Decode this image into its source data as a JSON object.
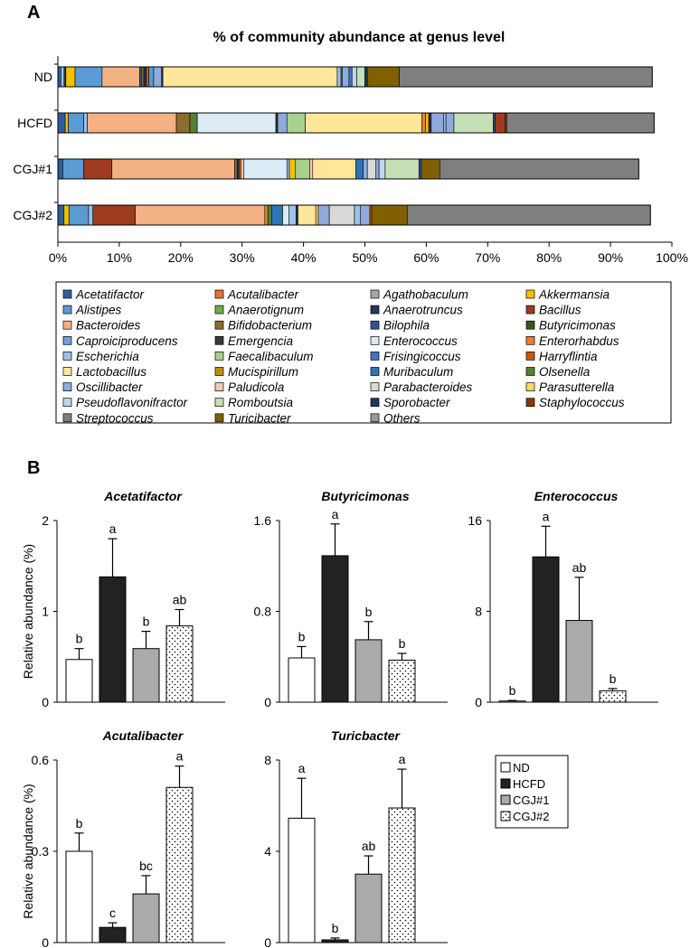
{
  "panel_a_label": "A",
  "panel_b_label": "B",
  "colors": {
    "Acetatifactor": "#2e5e9e",
    "Acutalibacter": "#e0763a",
    "Agathobaculum": "#a6a6a6",
    "Akkermansia": "#f5c000",
    "Alistipes": "#5b9bd5",
    "Anaerotignum": "#70ad47",
    "Anaerotruncus": "#203864",
    "Bacillus": "#9e3b1f",
    "Bacteroides": "#f4b183",
    "Bifidobacterium": "#8c6d2c",
    "Bilophila": "#2f5597",
    "Butyricimonas": "#375623",
    "Caproiciproducens": "#6fa0d8",
    "Emergencia": "#3a3a3a",
    "Enterococcus": "#ddebf7",
    "Enterorhabdus": "#ed7d31",
    "Escherichia": "#9dc3e6",
    "Faecalibaculum": "#a9d18e",
    "Frisingicoccus": "#4472c4",
    "Harryflintia": "#c55a11",
    "Lactobacillus": "#ffe699",
    "Mucispirillum": "#bf8f00",
    "Muribaculum": "#2e75b6",
    "Olsenella": "#548235",
    "Oscillibacter": "#8faadc",
    "Paludicola": "#f8cbad",
    "Parabacteroides": "#d9d9d9",
    "Parasutterella": "#ffd966",
    "Pseudoflavonifractor": "#bdd7ee",
    "Romboutsia": "#c5e0b4",
    "Sporobacter": "#1f3864",
    "Staphylococcus": "#843c0c",
    "Streptococcus": "#7f7f7f",
    "Turicibacter": "#806000",
    "Others": "#999999"
  },
  "chart_data": [
    {
      "type": "bar",
      "orientation": "horizontal",
      "stacked": true,
      "title": "% of community abundance at genus level",
      "categories": [
        "ND",
        "HCFD",
        "CGJ#1",
        "CGJ#2"
      ],
      "x_ticks": [
        "0%",
        "10%",
        "20%",
        "30%",
        "40%",
        "50%",
        "60%",
        "70%",
        "80%",
        "90%",
        "100%"
      ],
      "xlim": [
        0,
        100
      ],
      "legend_position": "bottom",
      "legend": [
        "Acetatifactor",
        "Acutalibacter",
        "Agathobaculum",
        "Akkermansia",
        "Alistipes",
        "Anaerotignum",
        "Anaerotruncus",
        "Bacillus",
        "Bacteroides",
        "Bifidobacterium",
        "Bilophila",
        "Butyricimonas",
        "Caproiciproducens",
        "Emergencia",
        "Enterococcus",
        "Enterorhabdus",
        "Escherichia",
        "Faecalibaculum",
        "Frisingicoccus",
        "Harryflintia",
        "Lactobacillus",
        "Mucispirillum",
        "Muribaculum",
        "Olsenella",
        "Oscillibacter",
        "Paludicola",
        "Parabacteroides",
        "Parasutterella",
        "Pseudoflavonifractor",
        "Romboutsia",
        "Sporobacter",
        "Staphylococcus",
        "Streptococcus",
        "Turicibacter",
        "Others"
      ],
      "segments": {
        "ND": [
          [
            "Acetatifactor",
            0.5
          ],
          [
            "Escherichia",
            0.5
          ],
          [
            "Sporobacter",
            0.3
          ],
          [
            "Akkermansia",
            1.5
          ],
          [
            "Alistipes",
            4.4
          ],
          [
            "Bacteroides",
            6.1
          ],
          [
            "Bilophila",
            0.3
          ],
          [
            "Bifidobacterium",
            0.4
          ],
          [
            "Anaerotruncus",
            0.4
          ],
          [
            "Harryflintia",
            0.4
          ],
          [
            "Alistipes",
            0.8
          ],
          [
            "Oscillibacter",
            1.3
          ],
          [
            "Anaerotruncus",
            0.2
          ],
          [
            "Lactobacillus",
            28.4
          ],
          [
            "Escherichia",
            0.6
          ],
          [
            "Olsenella",
            0.2
          ],
          [
            "Oscillibacter",
            1.1
          ],
          [
            "Frisingicoccus",
            0.5
          ],
          [
            "Pseudoflavonifractor",
            0.8
          ],
          [
            "Romboutsia",
            1.3
          ],
          [
            "Anaerotruncus",
            0.4
          ],
          [
            "Turicibacter",
            5.2
          ],
          [
            "Streptococcus",
            41.2
          ]
        ],
        "HCFD": [
          [
            "Acetatifactor",
            1.2
          ],
          [
            "Akkermansia",
            0.5
          ],
          [
            "Alistipes",
            2.5
          ],
          [
            "Escherichia",
            0.6
          ],
          [
            "Bacteroides",
            14.5
          ],
          [
            "Bifidobacterium",
            2.2
          ],
          [
            "Olsenella",
            1.2
          ],
          [
            "Enterococcus",
            12.8
          ],
          [
            "Emergencia",
            0.3
          ],
          [
            "Oscillibacter",
            1.5
          ],
          [
            "Faecalibaculum",
            3.0
          ],
          [
            "Lactobacillus",
            19.0
          ],
          [
            "Enterorhabdus",
            0.6
          ],
          [
            "Akkermansia",
            0.5
          ],
          [
            "Anaerotruncus",
            0.4
          ],
          [
            "Oscillibacter",
            2.0
          ],
          [
            "Escherichia",
            0.4
          ],
          [
            "Oscillibacter",
            1.3
          ],
          [
            "Romboutsia",
            6.4
          ],
          [
            "Bilophila",
            0.3
          ],
          [
            "Bacillus",
            1.6
          ],
          [
            "Staphylococcus",
            0.3
          ],
          [
            "Streptococcus",
            24.0
          ]
        ],
        "CGJ#1": [
          [
            "Acetatifactor",
            0.8
          ],
          [
            "Alistipes",
            3.4
          ],
          [
            "Bacillus",
            4.6
          ],
          [
            "Bacteroides",
            20.0
          ],
          [
            "Bifidobacterium",
            0.4
          ],
          [
            "Sporobacter",
            0.3
          ],
          [
            "Harryflintia",
            0.3
          ],
          [
            "Paludicola",
            0.5
          ],
          [
            "Enterococcus",
            7.0
          ],
          [
            "Escherichia",
            0.4
          ],
          [
            "Akkermansia",
            1.0
          ],
          [
            "Faecalibaculum",
            2.3
          ],
          [
            "Paludicola",
            0.5
          ],
          [
            "Lactobacillus",
            7.0
          ],
          [
            "Muribaculum",
            1.2
          ],
          [
            "Oscillibacter",
            0.7
          ],
          [
            "Parabacteroides",
            1.4
          ],
          [
            "Oscillibacter",
            0.5
          ],
          [
            "Pseudoflavonifractor",
            1.0
          ],
          [
            "Romboutsia",
            5.5
          ],
          [
            "Bilophila",
            0.4
          ],
          [
            "Turicibacter",
            3.0
          ],
          [
            "Streptococcus",
            32.4
          ]
        ],
        "CGJ#2": [
          [
            "Acetatifactor",
            1.0
          ],
          [
            "Akkermansia",
            0.8
          ],
          [
            "Alistipes",
            3.2
          ],
          [
            "Escherichia",
            0.7
          ],
          [
            "Bacillus",
            6.9
          ],
          [
            "Bacteroides",
            21.1
          ],
          [
            "Enterorhabdus",
            0.5
          ],
          [
            "Olsenella",
            0.6
          ],
          [
            "Muribaculum",
            1.8
          ],
          [
            "Enterococcus",
            1.0
          ],
          [
            "Escherichia",
            1.2
          ],
          [
            "Anaerotruncus",
            0.3
          ],
          [
            "Lactobacillus",
            2.9
          ],
          [
            "Parasutterella",
            0.4
          ],
          [
            "Oscillibacter",
            1.8
          ],
          [
            "Parabacteroides",
            4.1
          ],
          [
            "Escherichia",
            1.0
          ],
          [
            "Oscillibacter",
            1.5
          ],
          [
            "Harryflintia",
            0.3
          ],
          [
            "Turicibacter",
            5.8
          ],
          [
            "Streptococcus",
            39.6
          ]
        ]
      }
    },
    {
      "type": "bar",
      "title": "Acetatifactor",
      "ylabel": "Relative abundance (%)",
      "y_ticks": [
        "0",
        "1",
        "2"
      ],
      "ylim": [
        0,
        2
      ],
      "categories": [
        "ND",
        "HCFD",
        "CGJ#1",
        "CGJ#2"
      ],
      "values": [
        0.47,
        1.38,
        0.59,
        0.84
      ],
      "errors": [
        0.12,
        0.42,
        0.19,
        0.18
      ],
      "letters": [
        "b",
        "a",
        "b",
        "ab"
      ]
    },
    {
      "type": "bar",
      "title": "Butyricimonas",
      "ylabel": "",
      "y_ticks": [
        "0",
        "0.8",
        "1.6"
      ],
      "ylim": [
        0,
        1.6
      ],
      "categories": [
        "ND",
        "HCFD",
        "CGJ#1",
        "CGJ#2"
      ],
      "values": [
        0.39,
        1.29,
        0.55,
        0.37
      ],
      "errors": [
        0.1,
        0.28,
        0.16,
        0.06
      ],
      "letters": [
        "b",
        "a",
        "b",
        "b"
      ]
    },
    {
      "type": "bar",
      "title": "Enterococcus",
      "ylabel": "",
      "y_ticks": [
        "0",
        "8",
        "16"
      ],
      "ylim": [
        0,
        16
      ],
      "categories": [
        "ND",
        "HCFD",
        "CGJ#1",
        "CGJ#2"
      ],
      "values": [
        0.1,
        12.8,
        7.2,
        1.0
      ],
      "errors": [
        0.05,
        2.7,
        3.8,
        0.2
      ],
      "letters": [
        "b",
        "a",
        "ab",
        "b"
      ]
    },
    {
      "type": "bar",
      "title": "Acutalibacter",
      "ylabel": "Relative abundance (%)",
      "y_ticks": [
        "0",
        "0.3",
        "0.6"
      ],
      "ylim": [
        0,
        0.6
      ],
      "categories": [
        "ND",
        "HCFD",
        "CGJ#1",
        "CGJ#2"
      ],
      "values": [
        0.3,
        0.05,
        0.16,
        0.51
      ],
      "errors": [
        0.06,
        0.015,
        0.06,
        0.07
      ],
      "letters": [
        "b",
        "c",
        "bc",
        "a"
      ]
    },
    {
      "type": "bar",
      "title": "Turicbacter",
      "ylabel": "",
      "y_ticks": [
        "0",
        "4",
        "8"
      ],
      "ylim": [
        0,
        8
      ],
      "categories": [
        "ND",
        "HCFD",
        "CGJ#1",
        "CGJ#2"
      ],
      "values": [
        5.45,
        0.12,
        3.0,
        5.9
      ],
      "errors": [
        1.75,
        0.08,
        0.8,
        1.7
      ],
      "letters": [
        "a",
        "b",
        "ab",
        "a"
      ]
    }
  ],
  "group_legend": [
    "ND",
    "HCFD",
    "CGJ#1",
    "CGJ#2"
  ]
}
